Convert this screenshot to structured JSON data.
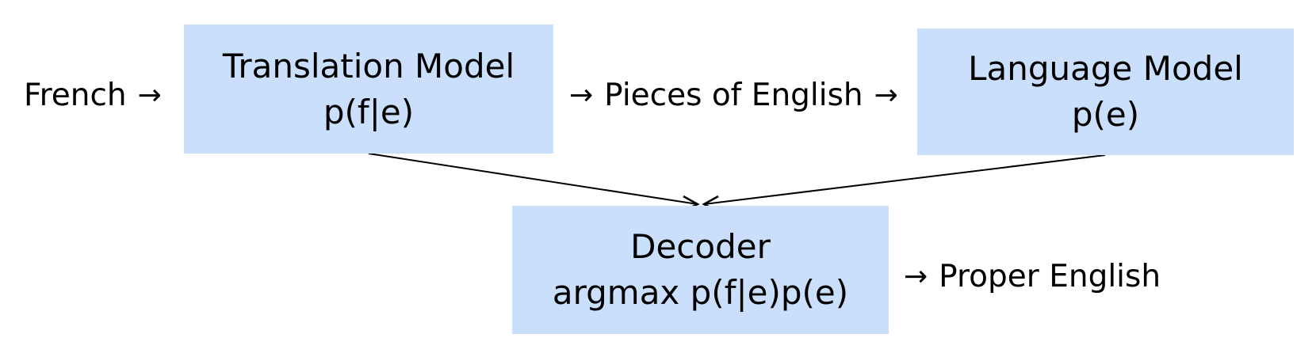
{
  "boxes": {
    "translation": {
      "title": "Translation Model",
      "formula": "p(f|e)"
    },
    "language": {
      "title": "Language Model",
      "formula": "p(e)"
    },
    "decoder": {
      "title": "Decoder",
      "formula": "argmax p(f|e)p(e)"
    }
  },
  "labels": {
    "french": "French",
    "pieces": "Pieces of English",
    "proper": "Proper English"
  },
  "arrow_glyph": "→",
  "colors": {
    "box_fill": "#c9dffb",
    "text": "#000000",
    "connector": "#000000"
  }
}
